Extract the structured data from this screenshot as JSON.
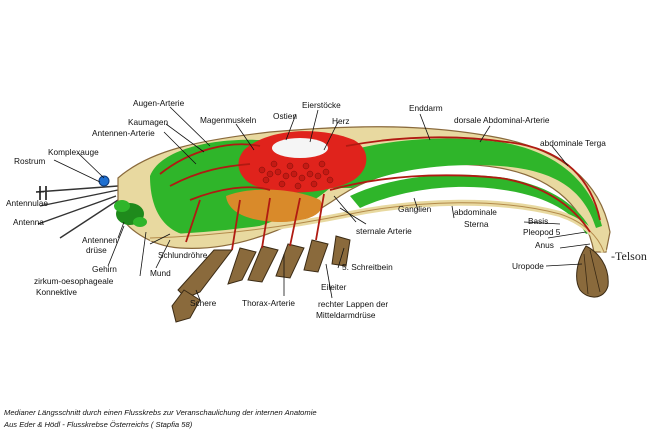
{
  "labels": {
    "augen_arterie": "Augen-Arterie",
    "kaumagen": "Kaumagen",
    "antennen_arterie": "Antennen-Arterie",
    "magenmuskeln": "Magenmuskeln",
    "ostien": "Ostien",
    "eierstoecke": "Eierstöcke",
    "herz": "Herz",
    "enddarm": "Enddarm",
    "dorsale_abdominal_arterie": "dorsale Abdominal-Arterie",
    "abdominale_terga": "abdominale Terga",
    "komplexauge": "Komplexauge",
    "rostrum": "Rostrum",
    "antennulae": "Antennulae",
    "antenna": "Antenna",
    "antennendruese_1": "Antennen",
    "antennendruese_2": "drüse",
    "gehirn": "Gehirn",
    "zirkum_1": "zirkum-oesophageale",
    "zirkum_2": "Konnektive",
    "mund": "Mund",
    "schlundrohre": "Schlundröhre",
    "ganglien": "Ganglien",
    "sternale_arterie": "sternale Arterie",
    "abdominale_sterna_1": "abdominale",
    "abdominale_sterna_2": "Sterna",
    "basis": "Basis",
    "pleopod": "Pleopod 5",
    "anus": "Anus",
    "telson": "-Telson",
    "uropode": "Uropode",
    "schreitbein": "5. Schreitbein",
    "eileiter": "Eileiter",
    "schere": "Schere",
    "thorax_arterie": "Thorax-Arterie",
    "mitteldarm_1": "rechter Lappen der",
    "mitteldarm_2": "Mitteldarmdrüse"
  },
  "caption": {
    "line1": "Medianer Längsschnitt durch einen Flusskrebs zur Veranschaulichung der internen Anatomie",
    "line2": "Aus Eder & Hödl - Flusskrebse Österreichs ( Stapfia 58)"
  },
  "colors": {
    "green": "#2fb52a",
    "red": "#e0231c",
    "artery": "#b01a12",
    "brown": "#8a6a3c",
    "orange": "#d98a2a",
    "yellow": "#e8d9a0",
    "eye": "#1e6fd0"
  }
}
